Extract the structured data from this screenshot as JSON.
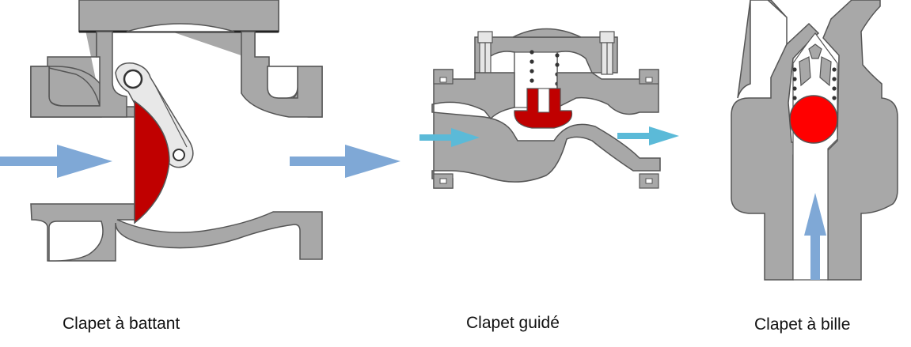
{
  "colors": {
    "body_fill": "#a8a8a8",
    "body_stroke": "#555555",
    "valve_red": "#c00000",
    "ball_red": "#ff0000",
    "arrow_blue": "#7fa8d6",
    "arrow_cyan": "#5bbad8",
    "cavity": "#ffffff"
  },
  "icons": {
    "flow_arrow": "arrow-right-icon",
    "flow_arrow_up": "arrow-up-icon",
    "spring": "coil-spring-icon"
  },
  "captions": {
    "swing": "Clapet à battant",
    "guided": "Clapet guidé",
    "ball": "Clapet à bille"
  }
}
